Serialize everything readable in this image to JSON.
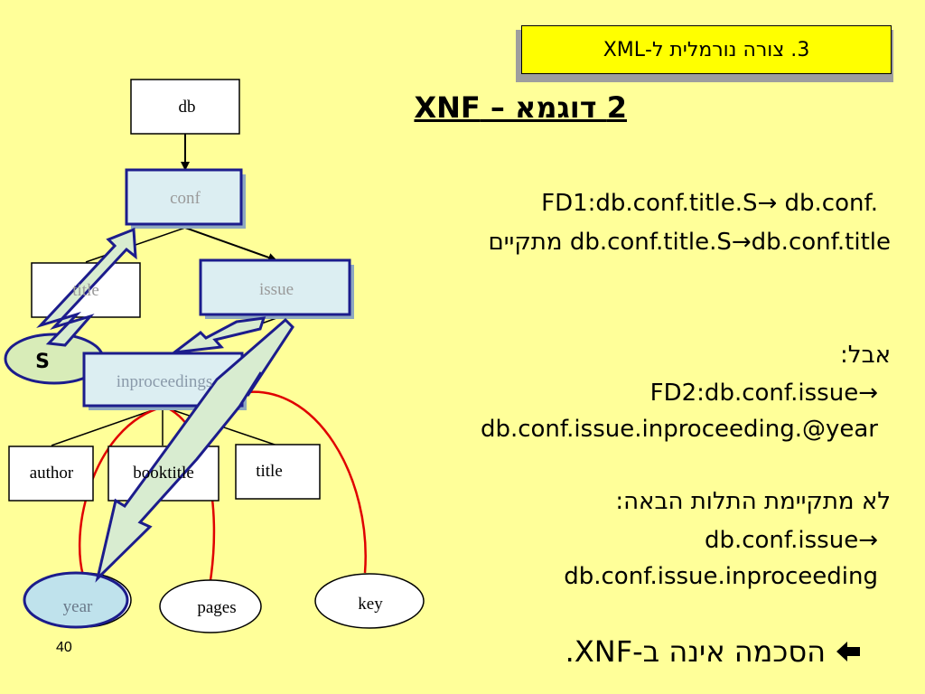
{
  "header": {
    "text": "3. צורה נורמלית ל-XML"
  },
  "slide_title": "2 דוגמא – XNF",
  "fd1": {
    "line1": "FD1:db.conf.title.S→ db.conf.",
    "line2": "db.conf.title.S→db.conf.title מתקיים"
  },
  "but": {
    "label": "אבל:",
    "line1": "FD2:db.conf.issue→",
    "line2": "db.conf.issue.inproceeding.@year"
  },
  "not_holds": {
    "label": "לא מתקיימת התלות הבאה:",
    "line1": "db.conf.issue→",
    "line2": "db.conf.issue.inproceeding"
  },
  "conclusion": "הסכמה אינה ב-XNF.",
  "conclusion_icon": "left-arrow-icon",
  "page_number": "40",
  "tree": {
    "db": "db",
    "conf": "conf",
    "title_top": "title",
    "issue": "issue",
    "s": "S",
    "inproceedings": "inproceedings",
    "author": "author",
    "booktitle": "booktitle",
    "title_bottom": "title",
    "year": "year",
    "pages": "pages",
    "key": "key"
  },
  "colors": {
    "background": "#ffff99",
    "header_fill": "#ffff00",
    "highlight_fill": "#dceef2",
    "highlight_border": "#1c1c8c",
    "arrow_fill": "#d8ecd0",
    "curve": "#e00000",
    "s_node_fill": "#d8ecb8"
  }
}
